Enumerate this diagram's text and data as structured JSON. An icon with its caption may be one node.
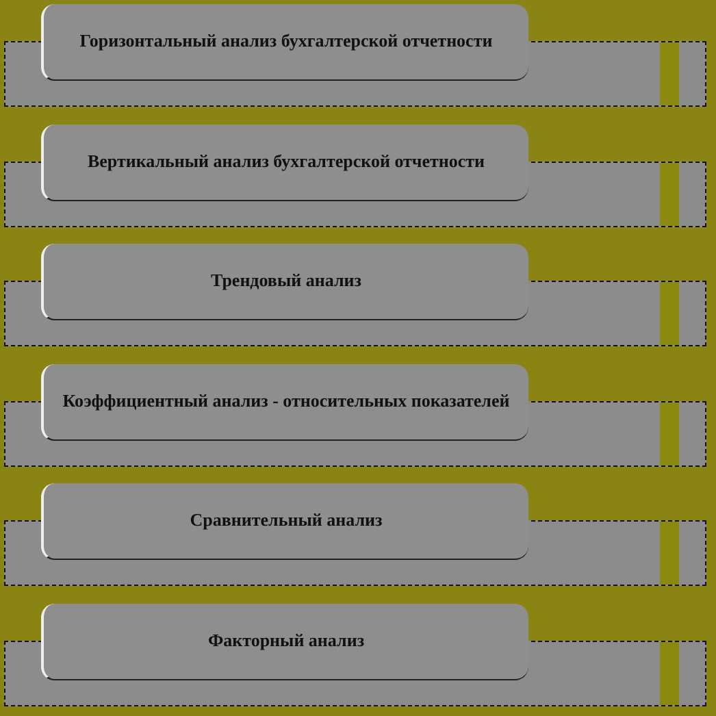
{
  "diagram": {
    "nodes": [
      {
        "text": [
          "Горизонтальный анализ бухгалтерской отчетности"
        ]
      },
      {
        "text": [
          "Вертикальный анализ бухгалтерской отчетности"
        ]
      },
      {
        "text": [
          "Трендовый анализ"
        ]
      },
      {
        "text": [
          "Коэффициентный анализ - относительных показателей"
        ]
      },
      {
        "text": [
          "Сравнительный анализ"
        ]
      },
      {
        "text": [
          "Факторный анализ"
        ]
      }
    ]
  }
}
